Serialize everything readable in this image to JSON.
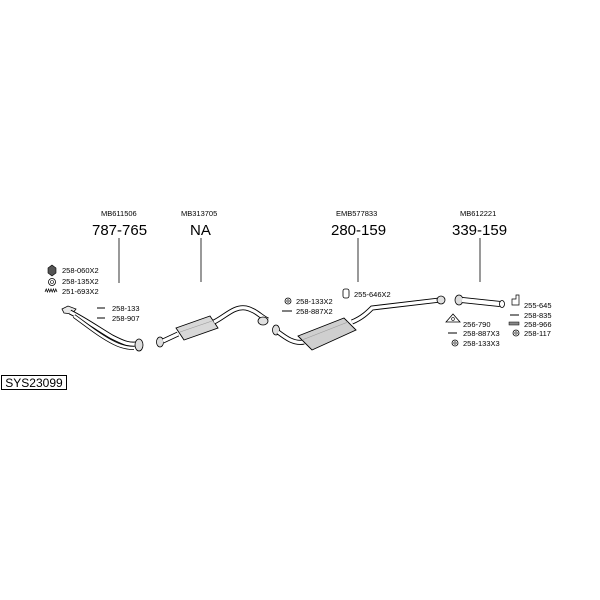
{
  "system_code": "SYS23099",
  "assemblies": [
    {
      "oem_ref": "MB611506",
      "part_number": "787-765"
    },
    {
      "oem_ref": "MB313705",
      "part_number": "NA"
    },
    {
      "oem_ref": "EMB577833",
      "part_number": "280-159"
    },
    {
      "oem_ref": "MB612221",
      "part_number": "339-159"
    }
  ],
  "fittings": {
    "f1": "258-060X2",
    "f2": "258-135X2",
    "f3": "251-693X2",
    "f4": "258-133",
    "f5": "258-907",
    "f6": "258-133X2",
    "f7": "258-887X2",
    "f8": "255-646X2",
    "f9": "255-645",
    "f10": "258-835",
    "f11": "258-966",
    "f12": "258-117",
    "f13": "256-790",
    "f14": "258-887X3",
    "f15": "258-133X3"
  }
}
